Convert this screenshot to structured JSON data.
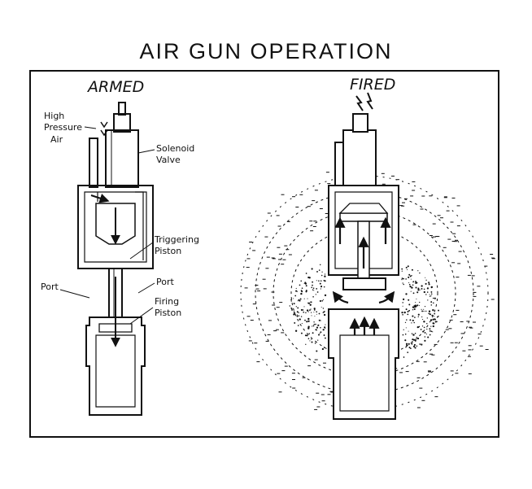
{
  "title": "AIR GUN OPERATION",
  "armed": {
    "heading": "ARMED",
    "labels": {
      "high": "High",
      "pressure": "Pressure",
      "air": "Air",
      "solenoid": "Solenoid",
      "valve": "Valve",
      "triggering": "Triggering",
      "piston": "Piston",
      "port_left": "Port",
      "port_right": "Port",
      "firing": "Firing",
      "firing_piston": "Piston"
    }
  },
  "fired": {
    "heading": "FIRED"
  },
  "colors": {
    "ink": "#111111",
    "paper": "#ffffff"
  }
}
